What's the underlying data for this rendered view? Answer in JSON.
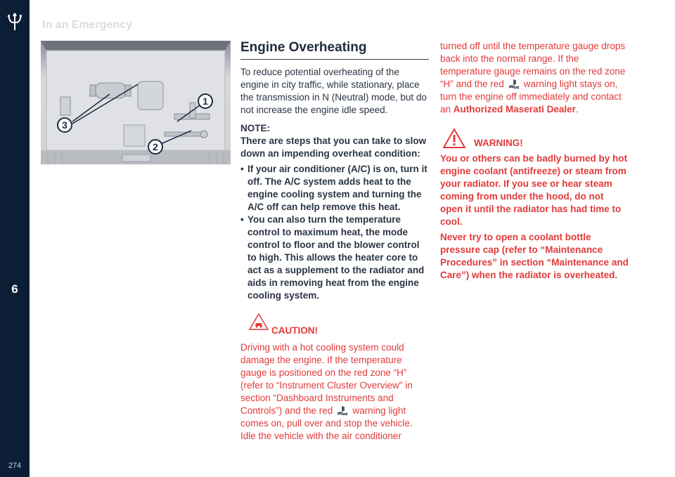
{
  "header": {
    "section_title": "In an Emergency"
  },
  "sidebar": {
    "chapter": "6",
    "page_number": "274"
  },
  "figure": {
    "callouts": [
      "1",
      "2",
      "3"
    ]
  },
  "main": {
    "heading": "Engine Overheating",
    "intro": "To reduce potential overheating of the engine in city traffic, while stationary, place the transmission in N (Neutral) mode, but do not increase the engine idle speed.",
    "note_label": "NOTE:",
    "note_text": "There are steps that you can take to slow down an impending overheat condition:",
    "bullets": [
      "If your air conditioner (A/C) is on, turn it off. The A/C system adds heat to the engine cooling system and turning the A/C off can help remove this heat.",
      "You can also turn the temperature control to maximum heat, the mode control to floor and the blower control to high. This allows the heater core to act as a supplement to the radiator and aids in removing heat from the engine cooling system."
    ],
    "caution_label": "CAUTION!",
    "caution_part1": "Driving with a hot cooling system could damage the engine. If the temperature gauge is positioned on the red zone “H” (refer to “Instrument Cluster Overview\" in section “Dashboard Instruments and Controls”) and the red",
    "caution_part2": "warning light comes on, pull over and stop the vehicle. Idle the vehicle with the air conditioner",
    "caution_cont1": "turned off until the temperature gauge drops back into the normal range. If the temperature gauge remains on the red zone “H” and the red",
    "caution_cont2": "warning light stays on, turn the engine off immediately and contact an",
    "caution_dealer": "Authorized Maserati Dealer",
    "caution_end": ".",
    "warning_label": "WARNING!",
    "warning_p1": "You or others can be badly burned by hot engine coolant (antifreeze) or steam from your radiator. If you see or hear steam coming from under the hood, do not open it until the radiator has had time to cool.",
    "warning_p2": "Never try to open a coolant bottle pressure cap (refer to “Maintenance Procedures” in section “Maintenance and Care”) when the radiator is overheated."
  },
  "colors": {
    "sidebar": "#0c1d36",
    "accent_red": "#e23a3a",
    "text": "#2a3545"
  }
}
